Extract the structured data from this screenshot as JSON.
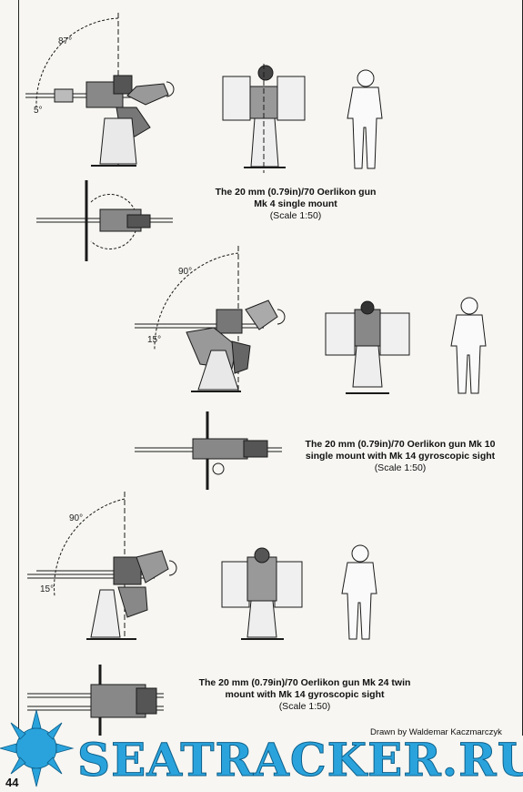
{
  "figures": [
    {
      "id": "mk4",
      "title_line1": "The 20 mm (0.79in)/70 Oerlikon gun",
      "title_line2": "Mk 4 single mount",
      "scale": "(Scale 1:50)",
      "elevation_max": "87°",
      "depression": "5°"
    },
    {
      "id": "mk10",
      "title_line1": "The 20 mm (0.79in)/70 Oerlikon gun Mk 10",
      "title_line2": "single mount with Mk 14 gyroscopic sight",
      "scale": "(Scale 1:50)",
      "elevation_max": "90°",
      "depression": "15°"
    },
    {
      "id": "mk24",
      "title_line1": "The 20 mm (0.79in)/70 Oerlikon gun Mk 24 twin",
      "title_line2": "mount with Mk 14 gyroscopic sight",
      "scale": "(Scale 1:50)",
      "elevation_max": "90°",
      "depression": "15°"
    }
  ],
  "credit": "Drawn by Waldemar Kaczmarczyk",
  "watermark": "SEATRACKER.RU",
  "page_number": "44",
  "colors": {
    "watermark": "#2aa3dc",
    "ink": "#111111",
    "paper": "#f7f6f2"
  }
}
